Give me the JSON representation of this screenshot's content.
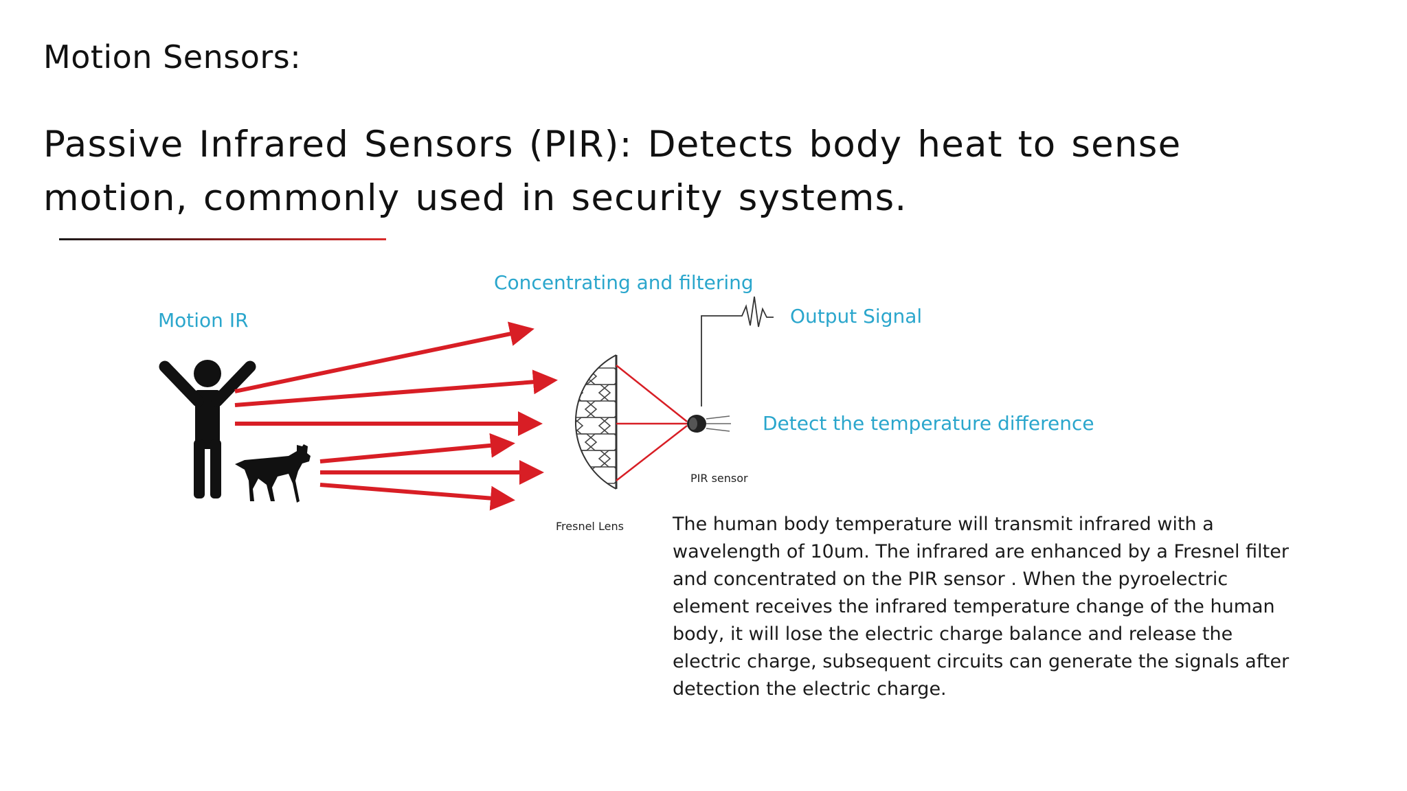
{
  "slide": {
    "heading": "Motion Sensors:",
    "subtitle": "Passive Infrared Sensors (PIR): Detects body heat to sense motion, commonly used in security systems."
  },
  "diagram": {
    "labels": {
      "motion_ir": "Motion IR",
      "concentrating": "Concentrating and filtering",
      "output_signal": "Output Signal",
      "detect": "Detect the temperature difference",
      "pir_sensor": "PIR sensor",
      "fresnel_lens": "Fresnel Lens"
    },
    "description": "The human body temperature will transmit infrared with a wavelength of 10um. The infrared are enhanced by a Fresnel filter and concentrated on the PIR sensor . When the pyroelectric element receives the infrared temperature change of the human body, it will lose the electric charge balance and release the electric charge, subsequent circuits can generate the signals after detection the electric charge."
  },
  "colors": {
    "label_blue": "#2aa6cc",
    "ray_red": "#d81e25",
    "text_dark": "#111111"
  },
  "icons": [
    "person-icon",
    "dog-icon",
    "fresnel-lens-icon",
    "pir-sensor-icon",
    "signal-waveform-icon"
  ]
}
